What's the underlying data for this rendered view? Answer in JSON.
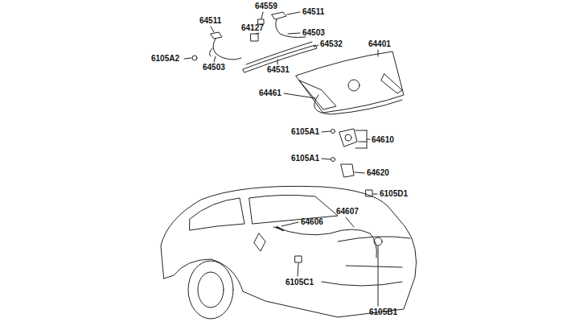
{
  "diagram": {
    "labels": [
      "64559",
      "64511",
      "64511",
      "64127",
      "64503",
      "64532",
      "6105A2",
      "64503",
      "64531",
      "64401",
      "64461",
      "6105A1",
      "64610",
      "6105A1",
      "64620",
      "6105D1",
      "64607",
      "64606",
      "6105C1",
      "6105B1"
    ]
  }
}
